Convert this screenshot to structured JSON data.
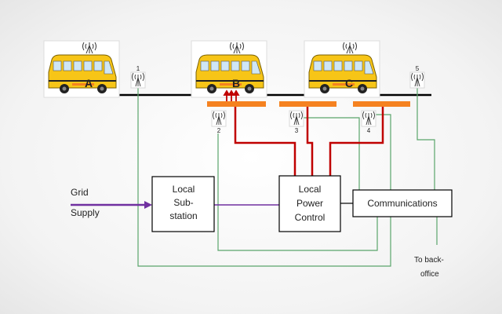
{
  "colors": {
    "road": "#000000",
    "pad": "#f58220",
    "power_cable": "#c00000",
    "grid_supply": "#7030a0",
    "comm_line": "#5aa56b",
    "bus_body": "#f7c517",
    "window": "#cfe6f5"
  },
  "buses": [
    {
      "label": "A",
      "icon": "bus-icon"
    },
    {
      "label": "B",
      "icon": "bus-icon"
    },
    {
      "label": "C",
      "icon": "bus-icon"
    }
  ],
  "antennas": [
    {
      "label": "1",
      "icon": "antenna-icon"
    },
    {
      "label": "2",
      "icon": "antenna-icon"
    },
    {
      "label": "3",
      "icon": "antenna-icon"
    },
    {
      "label": "4",
      "icon": "antenna-icon"
    },
    {
      "label": "5",
      "icon": "antenna-icon"
    }
  ],
  "input": {
    "line1": "Grid",
    "line2": "Supply"
  },
  "boxes": {
    "substation": [
      "Local",
      "Sub-",
      "station"
    ],
    "power_control": [
      "Local",
      "Power",
      "Control"
    ],
    "communications": [
      "Communications"
    ]
  },
  "back_office": {
    "line1": "To back-",
    "line2": "office"
  }
}
